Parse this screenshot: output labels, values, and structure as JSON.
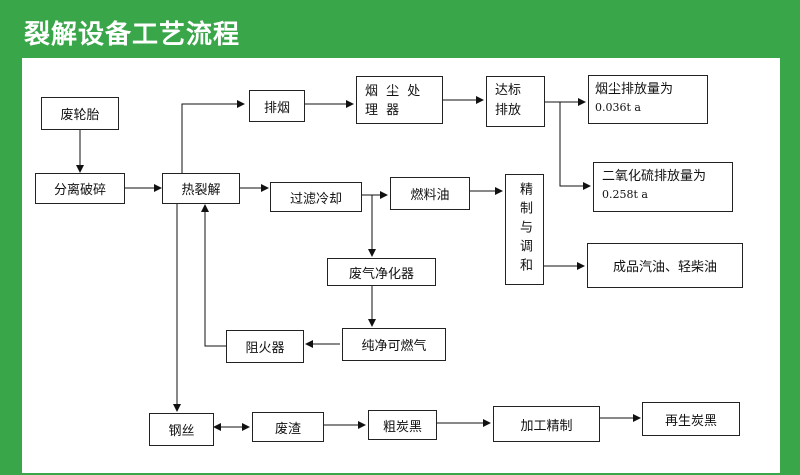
{
  "title": "裂解设备工艺流程",
  "nodes": {
    "waste_tire": "废轮胎",
    "separation_crushing": "分离破碎",
    "pyrolysis": "热裂解",
    "exhaust": "排烟",
    "dust_treatment": "烟 尘 处 理 器",
    "standard_discharge": "达标 排放",
    "dust_emission_label": "烟尘排放量为",
    "dust_emission_value": "0.036t a",
    "so2_emission_label": "二氧化硫排放量为",
    "so2_emission_value": "0.258t a",
    "filter_cooling": "过滤冷却",
    "fuel_oil": "燃料油",
    "refine_blend": "精制与调和",
    "finished_products": "成品汽油、轻柴油",
    "gas_purifier": "废气净化器",
    "pure_gas": "纯净可燃气",
    "flame_arrester": "阻火器",
    "steel_wire": "钢丝",
    "waste_residue": "废渣",
    "crude_carbon_black": "粗炭黑",
    "processing_refining": "加工精制",
    "recycled_carbon_black": "再生炭黑"
  }
}
